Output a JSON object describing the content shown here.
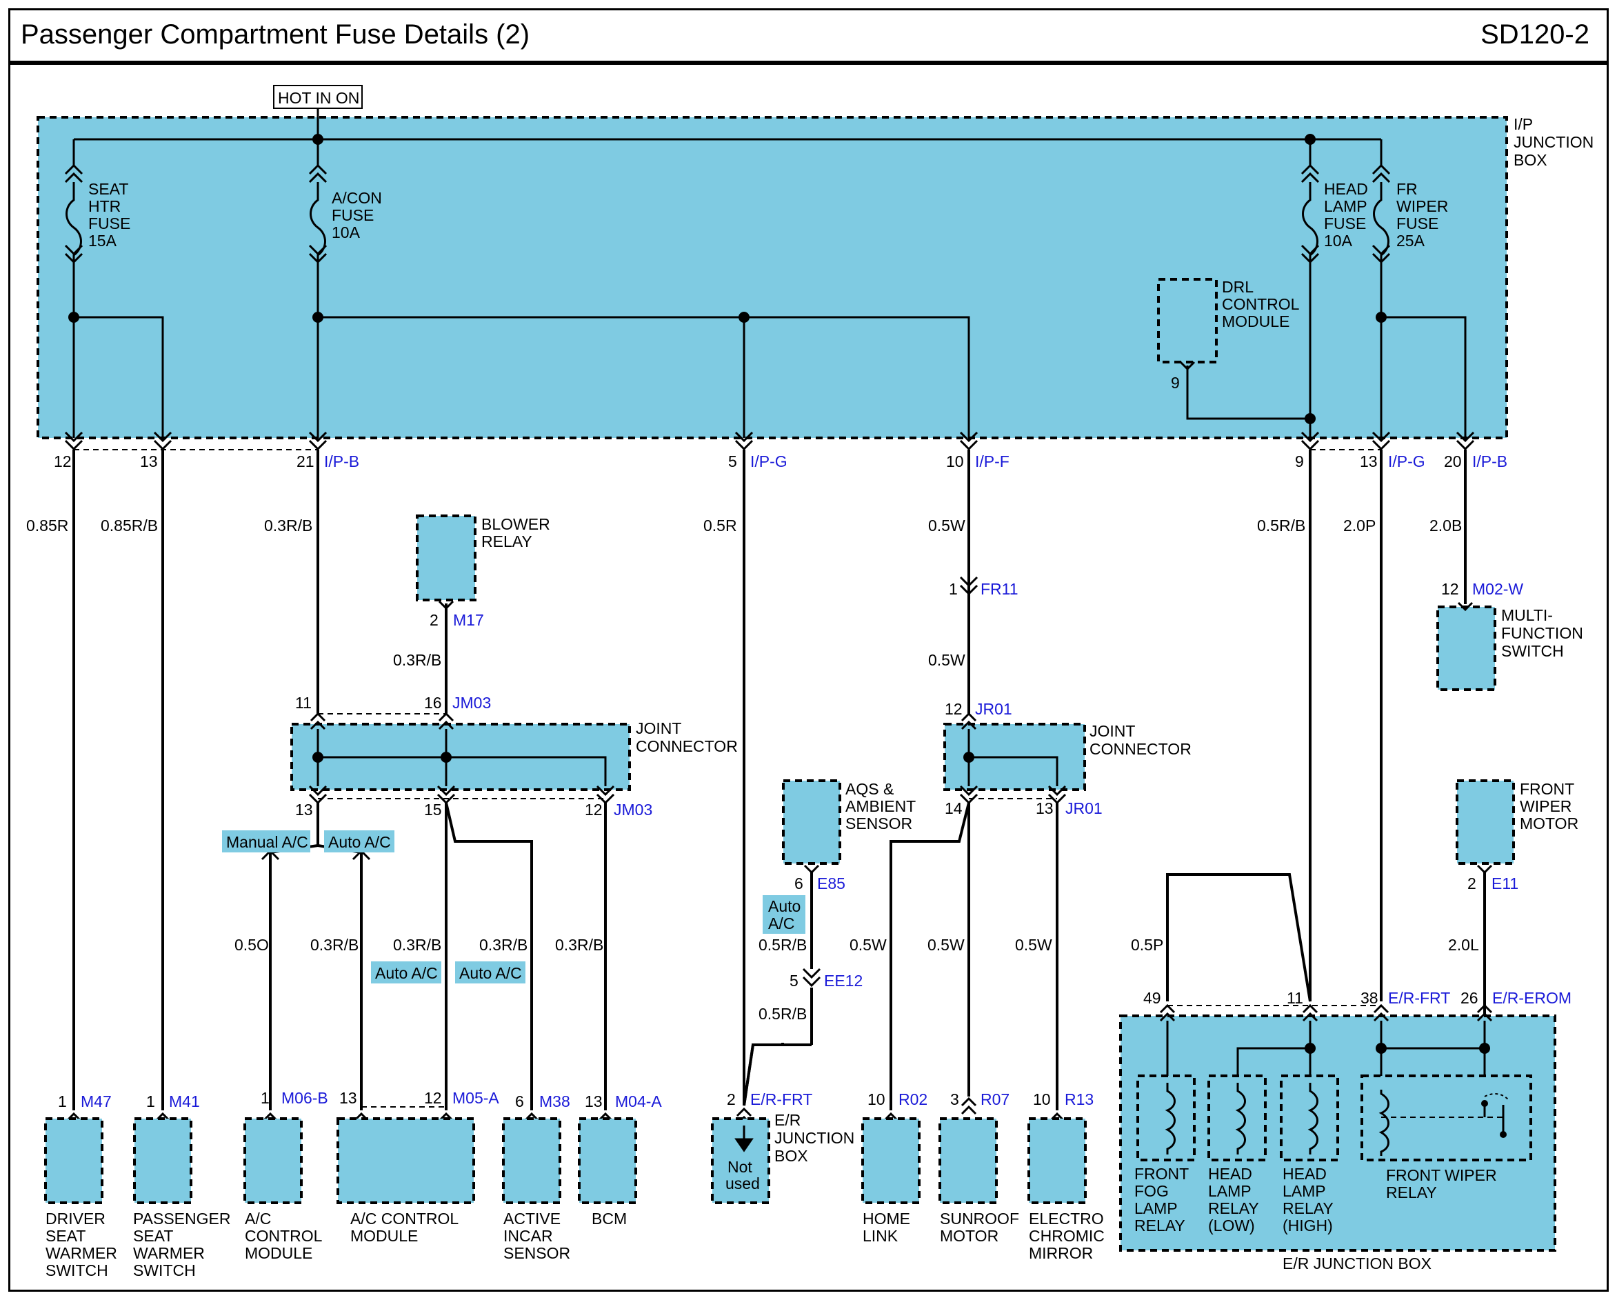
{
  "header": {
    "title": "Passenger Compartment Fuse Details (2)",
    "code": "SD120-2"
  },
  "colors": {
    "module_fill": "#7fcbe2",
    "connector_text": "#1a1ad8",
    "wire": "#000000",
    "page": "#ffffff"
  },
  "power_label": "HOT IN ON",
  "ip_junction_box": {
    "label": [
      "I/P",
      "JUNCTION",
      "BOX"
    ]
  },
  "fuses": [
    {
      "lines": [
        "SEAT",
        "HTR",
        "FUSE",
        "15A"
      ]
    },
    {
      "lines": [
        "A/CON",
        "FUSE",
        "10A"
      ]
    },
    {
      "lines": [
        "HEAD",
        "LAMP",
        "FUSE",
        "10A"
      ]
    },
    {
      "lines": [
        "FR",
        "WIPER",
        "FUSE",
        "25A"
      ]
    }
  ],
  "drl_module": {
    "lines": [
      "DRL",
      "CONTROL",
      "MODULE"
    ],
    "pin": "9"
  },
  "ip_pins": [
    {
      "pin": "12",
      "conn": ""
    },
    {
      "pin": "13",
      "conn": ""
    },
    {
      "pin": "21",
      "conn": "I/P-B"
    },
    {
      "pin": "5",
      "conn": "I/P-G"
    },
    {
      "pin": "10",
      "conn": "I/P-F"
    },
    {
      "pin": "9",
      "conn": ""
    },
    {
      "pin": "13",
      "conn": "I/P-G"
    },
    {
      "pin": "20",
      "conn": "I/P-B"
    }
  ],
  "wire_labels": [
    "0.85R",
    "0.85R/B",
    "0.3R/B",
    "0.3R/B",
    "0.5R",
    "0.5W",
    "0.5W",
    "0.5R/B",
    "2.0P",
    "2.0B",
    "0.5O",
    "0.3R/B",
    "0.3R/B",
    "0.3R/B",
    "0.3R/B",
    "0.5R/B",
    "0.5R/B",
    "0.5W",
    "0.5W",
    "0.5W",
    "0.5P",
    "2.0L"
  ],
  "blower_relay": {
    "lines": [
      "BLOWER",
      "RELAY"
    ],
    "pin": "2",
    "conn": "M17"
  },
  "joint_connector_left": {
    "lines": [
      "JOINT",
      "CONNECTOR"
    ],
    "pins": [
      "11",
      "16",
      "13",
      "15",
      "12"
    ],
    "conn_top": "JM03",
    "conn_bottom": "JM03"
  },
  "joint_connector_right": {
    "lines": [
      "JOINT",
      "CONNECTOR"
    ],
    "pins": [
      "12",
      "14",
      "13"
    ],
    "conn_top": "JR01",
    "conn_bottom": "JR01"
  },
  "fr11": {
    "pin": "1",
    "conn": "FR11"
  },
  "multifunction_switch": {
    "lines": [
      "MULTI-",
      "FUNCTION",
      "SWITCH"
    ],
    "pin": "12",
    "conn": "M02-W"
  },
  "option_tags": {
    "manual_ac": "Manual A/C",
    "auto_ac": "Auto A/C",
    "auto_ac_split": [
      "Auto",
      "A/C"
    ]
  },
  "aqs_sensor": {
    "lines": [
      "AQS &",
      "AMBIENT",
      "SENSOR"
    ],
    "pin": "6",
    "conn": "E85"
  },
  "ee12": {
    "pin": "5",
    "conn": "EE12"
  },
  "front_wiper_motor": {
    "lines": [
      "FRONT",
      "WIPER",
      "MOTOR"
    ],
    "pin": "2",
    "conn": "E11"
  },
  "er_box_pins": [
    {
      "pin": "49",
      "conn": ""
    },
    {
      "pin": "11",
      "conn": ""
    },
    {
      "pin": "38",
      "conn": "E/R-FRT"
    },
    {
      "pin": "26",
      "conn": "E/R-EROM"
    }
  ],
  "relays": [
    {
      "lines": [
        "FRONT",
        "FOG",
        "LAMP",
        "RELAY"
      ]
    },
    {
      "lines": [
        "HEAD",
        "LAMP",
        "RELAY",
        "(LOW)"
      ]
    },
    {
      "lines": [
        "HEAD",
        "LAMP",
        "RELAY",
        "(HIGH)"
      ]
    },
    {
      "lines": [
        "FRONT WIPER",
        "RELAY"
      ]
    }
  ],
  "er_junction_box": {
    "label": "E/R JUNCTION BOX"
  },
  "components": [
    {
      "pin": "1",
      "conn": "M47",
      "lines": [
        "DRIVER",
        "SEAT",
        "WARMER",
        "SWITCH"
      ]
    },
    {
      "pin": "1",
      "conn": "M41",
      "lines": [
        "PASSENGER",
        "SEAT",
        "WARMER",
        "SWITCH"
      ]
    },
    {
      "pin": "1",
      "conn": "M06-B",
      "lines": [
        "A/C",
        "CONTROL",
        "MODULE"
      ]
    },
    {
      "pin": "13",
      "pin2": "12",
      "conn": "M05-A",
      "lines": [
        "A/C CONTROL",
        "MODULE"
      ]
    },
    {
      "pin": "6",
      "conn": "M38",
      "lines": [
        "ACTIVE",
        "INCAR",
        "SENSOR"
      ]
    },
    {
      "pin": "13",
      "conn": "M04-A",
      "lines": [
        "BCM"
      ]
    },
    {
      "pin": "2",
      "conn": "E/R-FRT",
      "lines": [
        "E/R",
        "JUNCTION",
        "BOX"
      ],
      "inner": [
        "Not",
        "used"
      ]
    },
    {
      "pin": "10",
      "conn": "R02",
      "lines": [
        "HOME",
        "LINK"
      ]
    },
    {
      "pin": "3",
      "conn": "R07",
      "lines": [
        "SUNROOF",
        "MOTOR"
      ]
    },
    {
      "pin": "10",
      "conn": "R13",
      "lines": [
        "ELECTRO",
        "CHROMIC",
        "MIRROR"
      ]
    }
  ]
}
